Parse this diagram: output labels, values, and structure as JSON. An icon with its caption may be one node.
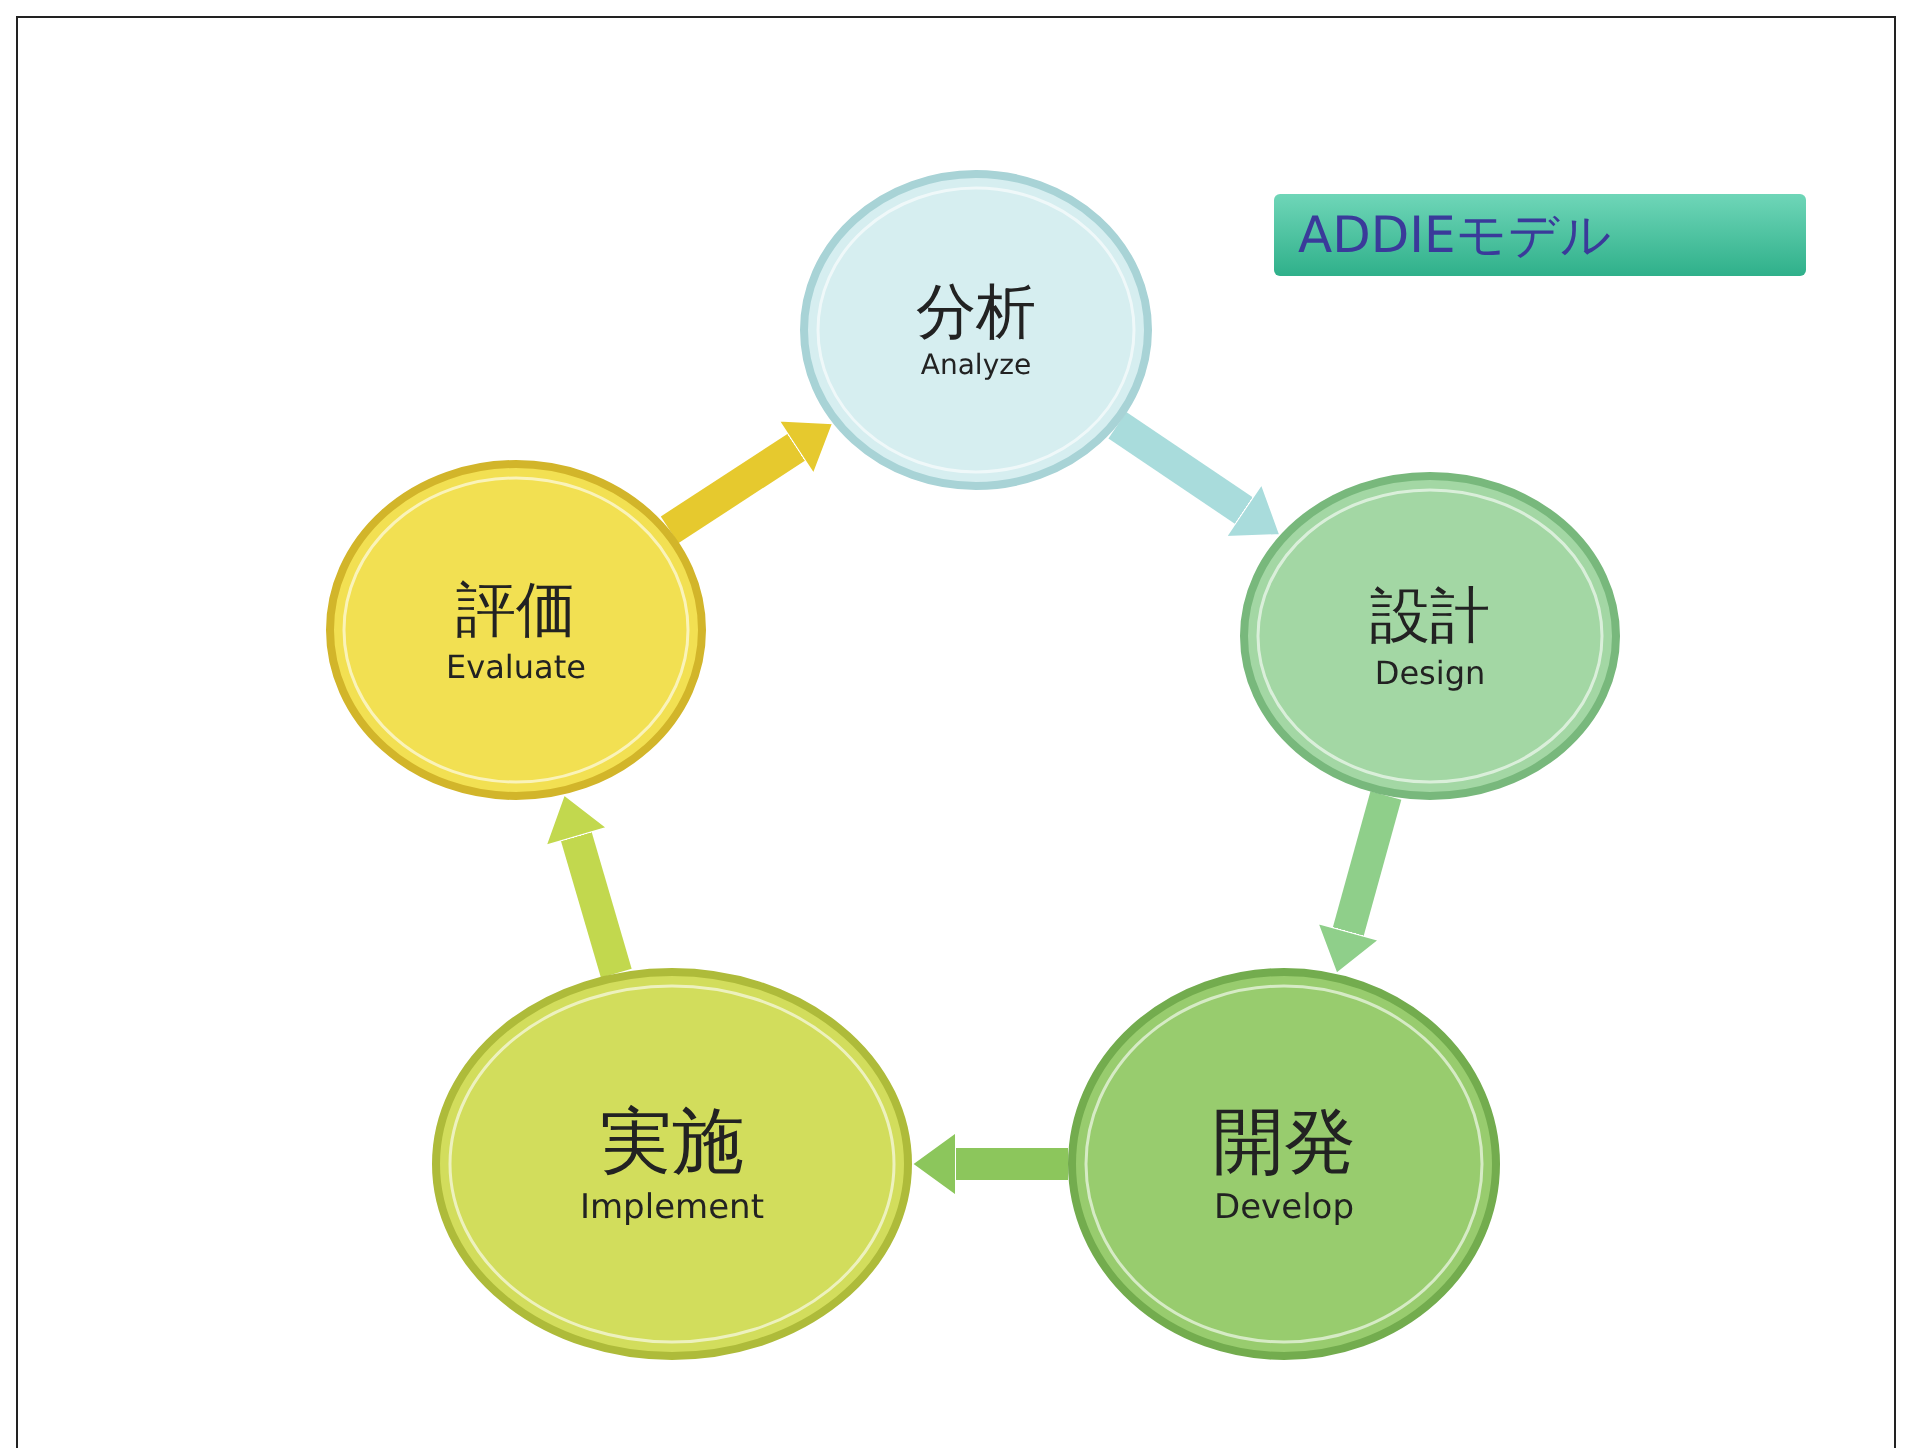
{
  "diagram": {
    "title": "ADDIEモデル",
    "nodes": [
      {
        "text": [
          "分析",
          "Analyze"
        ]
      },
      {
        "text": [
          "設計",
          "Design"
        ]
      },
      {
        "text": [
          "開発",
          "Develop"
        ]
      },
      {
        "text": [
          "実施",
          "Implement"
        ]
      },
      {
        "text": [
          "評価",
          "Evaluate"
        ]
      }
    ],
    "edges": [
      {
        "from": 0,
        "to": 1,
        "arrow": "to",
        "color": "#a9dcdc"
      },
      {
        "from": 1,
        "to": 2,
        "arrow": "to",
        "color": "#8fcf8a"
      },
      {
        "from": 2,
        "to": 3,
        "arrow": "to",
        "color": "#8cc65c"
      },
      {
        "from": 3,
        "to": 4,
        "arrow": "to",
        "color": "#c2d84e"
      },
      {
        "from": 4,
        "to": 0,
        "arrow": "to",
        "color": "#e6c92e"
      }
    ]
  }
}
